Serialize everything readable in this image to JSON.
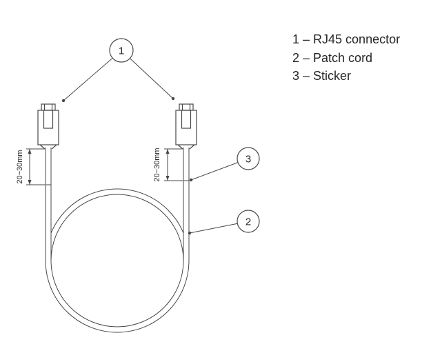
{
  "legend": {
    "items": [
      "1 – RJ45 connector",
      "2 – Patch cord",
      "3 – Sticker"
    ]
  },
  "callouts": {
    "rj45": "1",
    "patch_cord": "2",
    "sticker": "3"
  },
  "dimensions": {
    "left_label": "20~30mm",
    "right_label": "20~30mm"
  },
  "colors": {
    "line": "#474747",
    "text": "#262626",
    "background": "#ffffff"
  }
}
